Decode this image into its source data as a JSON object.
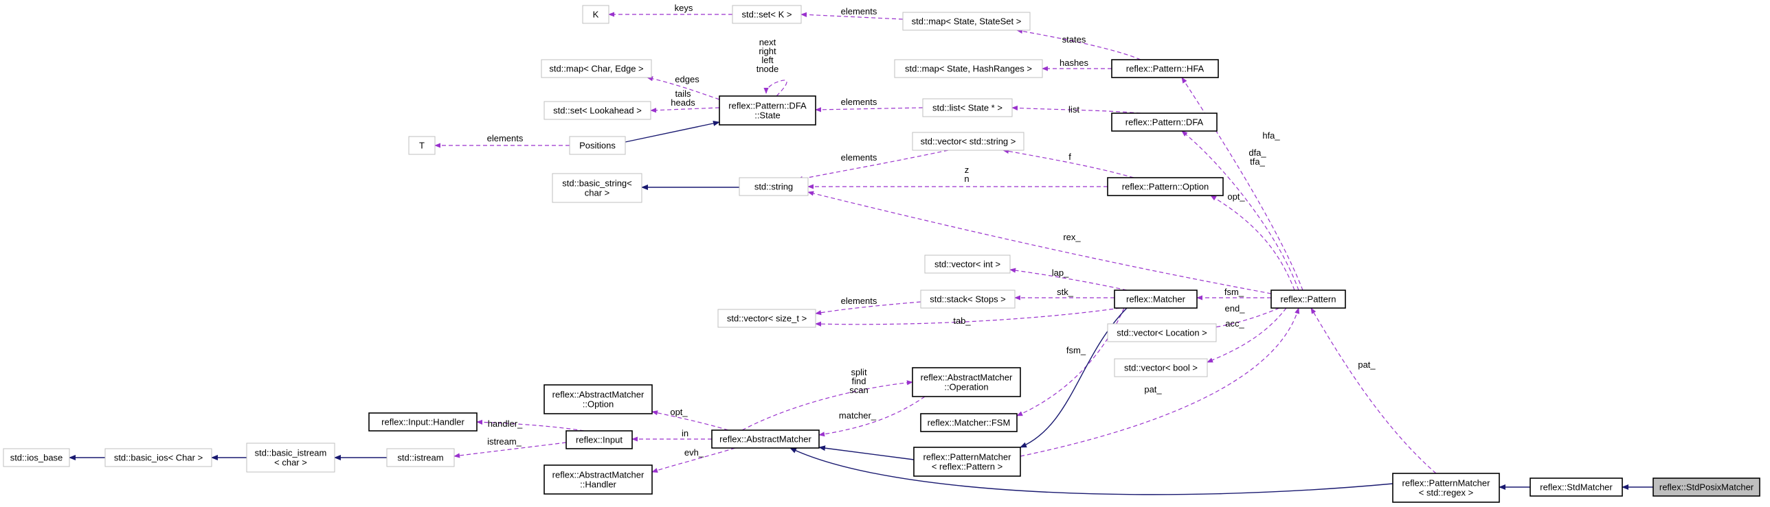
{
  "colors": {
    "usage_edge": "#9a32cd",
    "inheritance_edge": "#191970",
    "gray_border": "#bfbfbf",
    "black_border": "#000000",
    "current_fill": "#bfbfbf"
  },
  "nodes": [
    {
      "id": "K",
      "lines": [
        "K"
      ],
      "style": "gray"
    },
    {
      "id": "set_k",
      "lines": [
        "std::set< K >"
      ],
      "style": "gray"
    },
    {
      "id": "map_state_stateset",
      "lines": [
        "std::map< State, StateSet >"
      ],
      "style": "gray"
    },
    {
      "id": "map_char_edge",
      "lines": [
        "std::map< Char, Edge >"
      ],
      "style": "gray"
    },
    {
      "id": "set_lookahead",
      "lines": [
        "std::set< Lookahead >"
      ],
      "style": "gray"
    },
    {
      "id": "dfa_state",
      "lines": [
        "reflex::Pattern::DFA",
        "::State"
      ],
      "style": "black"
    },
    {
      "id": "map_state_hashranges",
      "lines": [
        "std::map< State, HashRanges >"
      ],
      "style": "gray"
    },
    {
      "id": "pattern_hfa",
      "lines": [
        "reflex::Pattern::HFA"
      ],
      "style": "black"
    },
    {
      "id": "list_state",
      "lines": [
        "std::list< State * >"
      ],
      "style": "gray"
    },
    {
      "id": "pattern_dfa",
      "lines": [
        "reflex::Pattern::DFA"
      ],
      "style": "black"
    },
    {
      "id": "T",
      "lines": [
        "T"
      ],
      "style": "gray"
    },
    {
      "id": "positions",
      "lines": [
        "Positions"
      ],
      "style": "gray"
    },
    {
      "id": "vector_string",
      "lines": [
        "std::vector< std::string >"
      ],
      "style": "gray"
    },
    {
      "id": "basic_string",
      "lines": [
        "std::basic_string<",
        "char >"
      ],
      "style": "gray"
    },
    {
      "id": "std_string",
      "lines": [
        "std::string"
      ],
      "style": "gray"
    },
    {
      "id": "pattern_option",
      "lines": [
        "reflex::Pattern::Option"
      ],
      "style": "black"
    },
    {
      "id": "vector_int",
      "lines": [
        "std::vector< int >"
      ],
      "style": "gray"
    },
    {
      "id": "stack_stops",
      "lines": [
        "std::stack< Stops >"
      ],
      "style": "gray"
    },
    {
      "id": "vector_size_t",
      "lines": [
        "std::vector< size_t >"
      ],
      "style": "gray"
    },
    {
      "id": "matcher",
      "lines": [
        "reflex::Matcher"
      ],
      "style": "black"
    },
    {
      "id": "pattern",
      "lines": [
        "reflex::Pattern"
      ],
      "style": "black"
    },
    {
      "id": "vector_location",
      "lines": [
        "std::vector< Location >"
      ],
      "style": "gray"
    },
    {
      "id": "vector_bool",
      "lines": [
        "std::vector< bool >"
      ],
      "style": "gray"
    },
    {
      "id": "am_option",
      "lines": [
        "reflex::AbstractMatcher",
        "::Option"
      ],
      "style": "black"
    },
    {
      "id": "am_operation",
      "lines": [
        "reflex::AbstractMatcher",
        "::Operation"
      ],
      "style": "black"
    },
    {
      "id": "input_handler",
      "lines": [
        "reflex::Input::Handler"
      ],
      "style": "black"
    },
    {
      "id": "matcher_fsm",
      "lines": [
        "reflex::Matcher::FSM"
      ],
      "style": "black"
    },
    {
      "id": "input",
      "lines": [
        "reflex::Input"
      ],
      "style": "black"
    },
    {
      "id": "abstract_matcher",
      "lines": [
        "reflex::AbstractMatcher"
      ],
      "style": "black"
    },
    {
      "id": "ios_base",
      "lines": [
        "std::ios_base"
      ],
      "style": "gray"
    },
    {
      "id": "basic_ios",
      "lines": [
        "std::basic_ios< Char >"
      ],
      "style": "gray"
    },
    {
      "id": "basic_istream",
      "lines": [
        "std::basic_istream",
        "< char >"
      ],
      "style": "gray"
    },
    {
      "id": "istream",
      "lines": [
        "std::istream"
      ],
      "style": "gray"
    },
    {
      "id": "pm_pattern",
      "lines": [
        "reflex::PatternMatcher",
        "< reflex::Pattern >"
      ],
      "style": "black"
    },
    {
      "id": "am_handler",
      "lines": [
        "reflex::AbstractMatcher",
        "::Handler"
      ],
      "style": "black"
    },
    {
      "id": "pm_regex",
      "lines": [
        "reflex::PatternMatcher",
        "< std::regex >"
      ],
      "style": "black"
    },
    {
      "id": "std_matcher",
      "lines": [
        "reflex::StdMatcher"
      ],
      "style": "black"
    },
    {
      "id": "std_posix_matcher",
      "lines": [
        "reflex::StdPosixMatcher"
      ],
      "style": "current"
    }
  ],
  "edges": [
    {
      "id": "e_keys",
      "type": "use",
      "from": "set_k",
      "to": "K",
      "label": [
        "keys"
      ]
    },
    {
      "id": "e_states_elements",
      "type": "use",
      "from": "map_state_stateset",
      "to": "set_k",
      "label": [
        "elements"
      ]
    },
    {
      "id": "e_states",
      "type": "use",
      "from": "pattern_hfa",
      "to": "map_state_stateset",
      "label": [
        "states"
      ]
    },
    {
      "id": "e_hashes",
      "type": "use",
      "from": "pattern_hfa",
      "to": "map_state_hashranges",
      "label": [
        "hashes"
      ]
    },
    {
      "id": "e_edges",
      "type": "use",
      "from": "dfa_state",
      "to": "map_char_edge",
      "label": [
        "edges"
      ]
    },
    {
      "id": "e_tails_heads",
      "type": "use",
      "from": "dfa_state",
      "to": "set_lookahead",
      "label": [
        "tails",
        "heads"
      ]
    },
    {
      "id": "e_self",
      "type": "use",
      "from": "dfa_state",
      "to": "dfa_state",
      "label": [
        "next",
        "right",
        "left",
        "tnode"
      ]
    },
    {
      "id": "e_list_elements",
      "type": "use",
      "from": "list_state",
      "to": "dfa_state",
      "label": [
        "elements"
      ]
    },
    {
      "id": "e_list",
      "type": "use",
      "from": "pattern_dfa",
      "to": "list_state",
      "label": [
        "list"
      ]
    },
    {
      "id": "e_positions_inherit",
      "type": "inherit",
      "from": "positions",
      "to": "dfa_state",
      "label": []
    },
    {
      "id": "e_positions_elements",
      "type": "use",
      "from": "positions",
      "to": "T",
      "label": [
        "elements"
      ]
    },
    {
      "id": "e_string_inherit",
      "type": "inherit",
      "from": "std_string",
      "to": "basic_string",
      "label": []
    },
    {
      "id": "e_vs_elements",
      "type": "use",
      "from": "vector_string",
      "to": "std_string",
      "label": [
        "elements"
      ]
    },
    {
      "id": "e_f",
      "type": "use",
      "from": "pattern_option",
      "to": "vector_string",
      "label": [
        "f"
      ]
    },
    {
      "id": "e_zn",
      "type": "use",
      "from": "pattern_option",
      "to": "std_string",
      "label": [
        "z",
        "n"
      ]
    },
    {
      "id": "e_rex",
      "type": "use",
      "from": "pattern",
      "to": "std_string",
      "label": [
        "rex_"
      ]
    },
    {
      "id": "e_hfa",
      "type": "use",
      "from": "pattern",
      "to": "pattern_hfa",
      "label": [
        "hfa_"
      ]
    },
    {
      "id": "e_dfa_tfa",
      "type": "use",
      "from": "pattern",
      "to": "pattern_dfa",
      "label": [
        "dfa_",
        "tfa_"
      ]
    },
    {
      "id": "e_opt_pattern",
      "type": "use",
      "from": "pattern",
      "to": "pattern_option",
      "label": [
        "opt_"
      ]
    },
    {
      "id": "e_lap",
      "type": "use",
      "from": "matcher",
      "to": "vector_int",
      "label": [
        "lap_"
      ]
    },
    {
      "id": "e_stk",
      "type": "use",
      "from": "matcher",
      "to": "stack_stops",
      "label": [
        "stk_"
      ]
    },
    {
      "id": "e_stack_elements",
      "type": "use",
      "from": "stack_stops",
      "to": "vector_size_t",
      "label": [
        "elements"
      ]
    },
    {
      "id": "e_tab",
      "type": "use",
      "from": "matcher",
      "to": "vector_size_t",
      "label": [
        "tab_"
      ]
    },
    {
      "id": "e_fsm_pattern",
      "type": "use",
      "from": "pattern",
      "to": "matcher",
      "label": [
        "fsm_"
      ]
    },
    {
      "id": "e_end",
      "type": "use",
      "from": "pattern",
      "to": "vector_location",
      "label": [
        "end_"
      ]
    },
    {
      "id": "e_acc",
      "type": "use",
      "from": "pattern",
      "to": "vector_bool",
      "label": [
        "acc_"
      ]
    },
    {
      "id": "e_fsm_matcher",
      "type": "use",
      "from": "matcher",
      "to": "matcher_fsm",
      "label": [
        "fsm_"
      ]
    },
    {
      "id": "e_matcher_inherit",
      "type": "inherit",
      "from": "matcher",
      "to": "pm_pattern",
      "label": []
    },
    {
      "id": "e_pat_pm",
      "type": "use",
      "from": "pm_pattern",
      "to": "pattern",
      "label": [
        "pat_"
      ]
    },
    {
      "id": "e_pat_pmr",
      "type": "use",
      "from": "pm_regex",
      "to": "pattern",
      "label": [
        "pat_"
      ]
    },
    {
      "id": "e_opt_am",
      "type": "use",
      "from": "abstract_matcher",
      "to": "am_option",
      "label": [
        "opt_"
      ]
    },
    {
      "id": "e_split",
      "type": "use",
      "from": "abstract_matcher",
      "to": "am_operation",
      "label": [
        "split",
        "find",
        "scan"
      ]
    },
    {
      "id": "e_matcher_op",
      "type": "use",
      "from": "am_operation",
      "to": "abstract_matcher",
      "label": [
        "matcher_"
      ]
    },
    {
      "id": "e_handler",
      "type": "use",
      "from": "input",
      "to": "input_handler",
      "label": [
        "handler_"
      ]
    },
    {
      "id": "e_in",
      "type": "use",
      "from": "abstract_matcher",
      "to": "input",
      "label": [
        "in"
      ]
    },
    {
      "id": "e_istream_use",
      "type": "use",
      "from": "input",
      "to": "istream",
      "label": [
        "istream_"
      ]
    },
    {
      "id": "e_evh",
      "type": "use",
      "from": "abstract_matcher",
      "to": "am_handler",
      "label": [
        "evh_"
      ]
    },
    {
      "id": "e_basic_ios_inherit",
      "type": "inherit",
      "from": "basic_ios",
      "to": "ios_base",
      "label": []
    },
    {
      "id": "e_basic_istream_inherit",
      "type": "inherit",
      "from": "basic_istream",
      "to": "basic_ios",
      "label": []
    },
    {
      "id": "e_istream_inherit",
      "type": "inherit",
      "from": "istream",
      "to": "basic_istream",
      "label": []
    },
    {
      "id": "e_pmp_inherit",
      "type": "inherit",
      "from": "pm_pattern",
      "to": "abstract_matcher",
      "label": []
    },
    {
      "id": "e_pmr_inherit",
      "type": "inherit",
      "from": "pm_regex",
      "to": "abstract_matcher",
      "label": []
    },
    {
      "id": "e_stdm_inherit",
      "type": "inherit",
      "from": "std_matcher",
      "to": "pm_regex",
      "label": []
    },
    {
      "id": "e_posix_inherit",
      "type": "inherit",
      "from": "std_posix_matcher",
      "to": "std_matcher",
      "label": []
    }
  ]
}
